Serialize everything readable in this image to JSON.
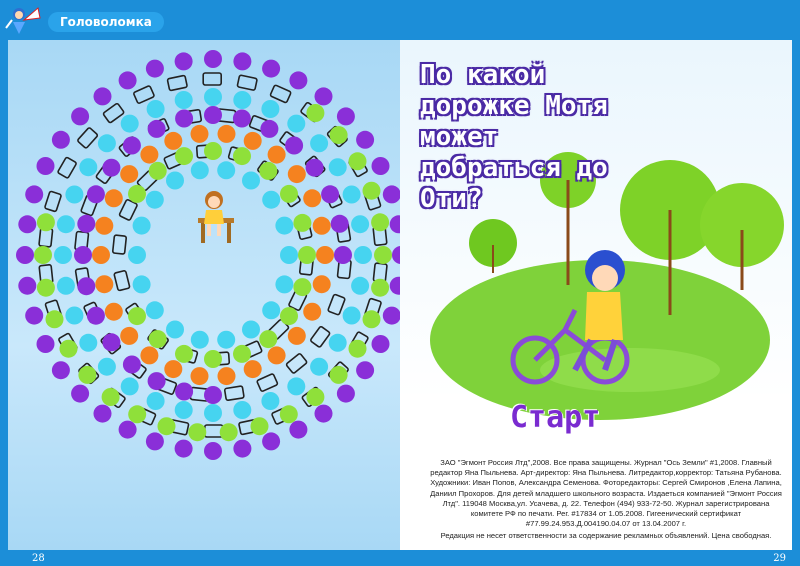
{
  "header": {
    "section_title": "Головоломка"
  },
  "question": {
    "lines": [
      "По какой",
      "дорожке Мотя",
      "может",
      "добраться до",
      "Оти?"
    ]
  },
  "start_label": "Старт",
  "imprint": {
    "text": "ЗАО \"Эгмонт Россия Лтд\",2008. Все права защищены. Журнал \"Ось Земли\" #1,2008. Главный редактор Яна Пыльнева. Арт-директор: Яна Пыльнева. Литредактор,корректор: Татьяна Рубанова. Художники: Иван Попов, Александра Семенова. Фоторедакторы: Сергей Смиронов ,Елена Лапина, Даниил Прохоров. Для детей младшего школьного возраста. Издаеться компанией \"Эгмонт Россия Лтд\". 119048 Москва,ул. Усачева, д. 22. Телефон (494) 933-72-50. Журнал зарегистрирована комитете РФ по печати. Рег. #17834 от 1.05.2008. Гигеенический сертификат #77.99.24.953.Д.004190.04.07 от 13.04.2007 г.",
    "ads_note": "Редакция не несет ответственности за содержание рекламных объявлений. Цена свободная."
  },
  "pages": {
    "left": "28",
    "right": "29"
  },
  "colors": {
    "purple": "#8a2fd8",
    "orange": "#f5821f",
    "cyan": "#46d4f0",
    "green": "#8fe03a",
    "frame": "#1c8ed8"
  },
  "icons": [
    "fairy-logo-icon",
    "girl-on-bench-icon",
    "boy-on-bike-icon",
    "tree-icon"
  ]
}
